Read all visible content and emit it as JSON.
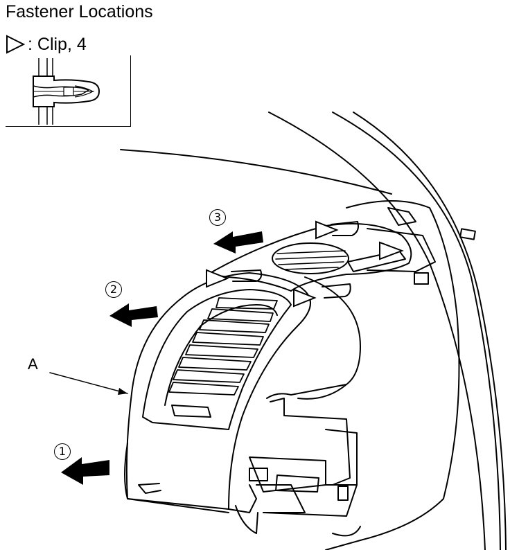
{
  "title": "Fastener Locations",
  "legend": {
    "symbol": "clip-triangle-icon",
    "text": ": Clip, 4"
  },
  "callouts": {
    "part_a": "A"
  },
  "steps": [
    {
      "label": "1",
      "direction": "left"
    },
    {
      "label": "2",
      "direction": "left"
    },
    {
      "label": "3",
      "direction": "left"
    }
  ]
}
